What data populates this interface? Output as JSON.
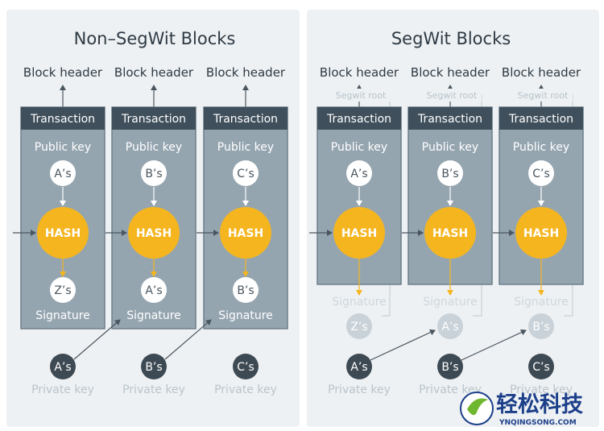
{
  "panels": {
    "left": {
      "title": "Non–SegWit Blocks"
    },
    "right": {
      "title": "SegWit Blocks"
    }
  },
  "labels": {
    "block_header": "Block header",
    "segwit_root": "Segwit root",
    "transaction": "Transaction",
    "public_key": "Public key",
    "hash": "HASH",
    "signature": "Signature",
    "private_key": "Private key"
  },
  "columns": [
    {
      "pub": "A’s",
      "priv": "A’s",
      "sig": "Z’s"
    },
    {
      "pub": "B’s",
      "priv": "B’s",
      "sig": "A’s"
    },
    {
      "pub": "C’s",
      "priv": "C’s",
      "sig": "B’s"
    }
  ],
  "watermark": {
    "cn": "轻松科技",
    "en": "YNQINGSONG.COM"
  },
  "colors": {
    "panel_bg": "#eef1f3",
    "block_bg": "#95a5b0",
    "block_border": "#6e7f8a",
    "tx_header": "#3f4f5b",
    "hash": "#f5b51f",
    "dark_circle": "#3e4a53",
    "muted_circle": "#c9d2d8"
  }
}
